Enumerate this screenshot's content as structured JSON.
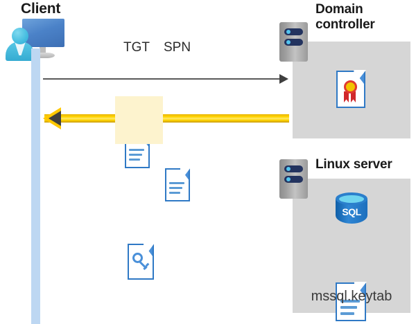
{
  "diagram": {
    "title": "Kerberos authentication flow between client, domain controller and Linux server",
    "colors": {
      "panel_gray": "#d6d6d6",
      "lifeline_blue": "#bdd7f2",
      "arrow_yellow": "#ffd400",
      "arrow_gray": "#595959",
      "highlight_yellow": "#fdf3ce",
      "doc_blue": "#2f79c5",
      "sql_blue": "#2b7fcc"
    }
  },
  "client": {
    "title": "Client",
    "icon": "user-at-monitor-icon",
    "lifeline": "client-lifeline"
  },
  "domain_controller": {
    "title": "Domain controller",
    "server_icon": "server-rack-icon",
    "contents": [
      {
        "icon": "certificate-document-icon",
        "label": ""
      }
    ]
  },
  "linux_server": {
    "title": "Linux server",
    "server_icon": "server-rack-icon",
    "contents": [
      {
        "icon": "sql-database-icon",
        "label": "SQL"
      },
      {
        "icon": "keytab-document-icon",
        "label": "mssql.keytab"
      }
    ]
  },
  "flows": [
    {
      "id": "request",
      "direction": "client-to-domain-controller",
      "style": "thin-gray-arrow",
      "artifacts": [
        {
          "label": "TGT",
          "icon": "document-icon"
        },
        {
          "label": "SPN",
          "icon": "document-icon"
        }
      ]
    },
    {
      "id": "response",
      "direction": "domain-controller-to-client",
      "style": "thick-yellow-arrow",
      "highlighted": true,
      "artifacts": [
        {
          "label": "",
          "icon": "key-document-icon"
        }
      ]
    }
  ]
}
